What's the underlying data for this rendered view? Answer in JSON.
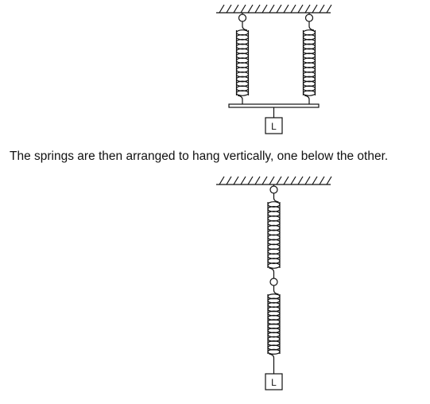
{
  "caption": "The springs are then arranged to hang vertically, one below the other.",
  "top_diagram": {
    "mass_label": "L"
  },
  "bottom_diagram": {
    "mass_label": "L"
  },
  "colors": {
    "ink": "#111111",
    "background": "#ffffff"
  }
}
